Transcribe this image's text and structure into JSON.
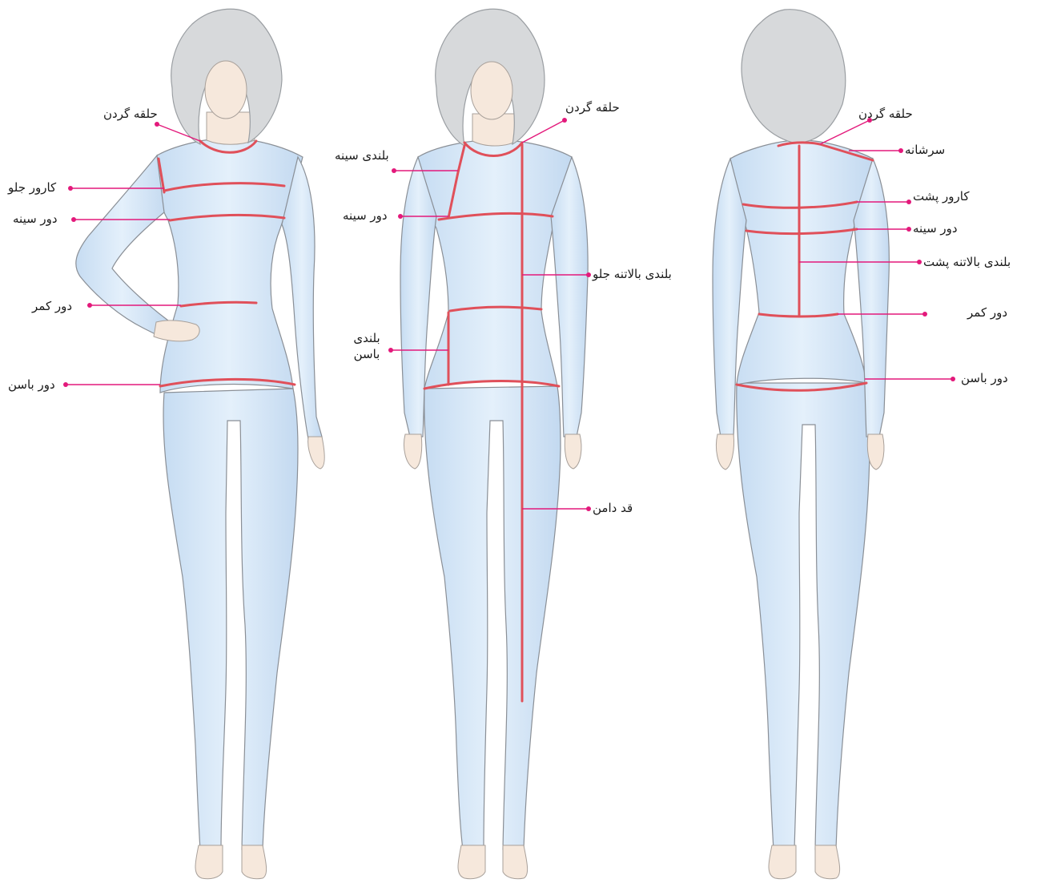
{
  "colors": {
    "body_fill": "#cfe3f6",
    "measure_line": "#e0505a",
    "pointer": "#e3197b",
    "hair": "#d7d9db",
    "skin": "#f6e8dc"
  },
  "figures": [
    {
      "view": "front-hand-on-hip",
      "labels": {
        "neck": "حلقه گردن",
        "front_yoke": "کارور جلو",
        "bust": "دور سینه",
        "waist": "دور کمر",
        "hip": "دور باسن"
      }
    },
    {
      "view": "front",
      "labels": {
        "neck": "حلقه گردن",
        "bust_height": "بلندی سینه",
        "bust": "دور سینه",
        "front_bodice_length": "بلندی بالاتنه جلو",
        "hip_height": "بلندی باسن",
        "skirt_length": "قد دامن"
      }
    },
    {
      "view": "back",
      "labels": {
        "neck": "حلقه گردن",
        "shoulder": "سرشانه",
        "back_yoke": "کارور پشت",
        "bust": "دور سینه",
        "back_bodice_length": "بلندی بالاتنه پشت",
        "waist": "دور کمر",
        "hip": "دور باسن"
      }
    }
  ]
}
